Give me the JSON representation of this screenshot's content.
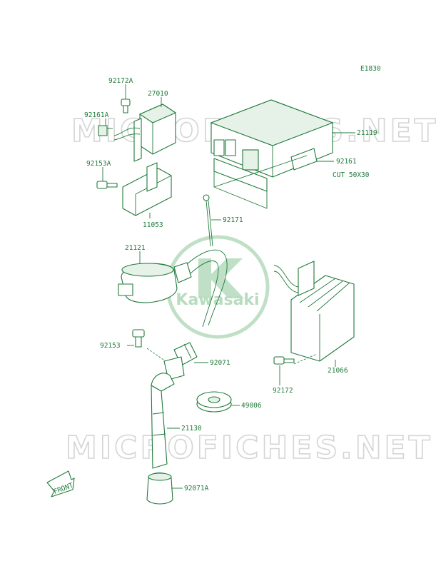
{
  "diagram": {
    "code": "E1830",
    "watermark": "MICROFICHES.NET",
    "logo_text": "Kawasaki",
    "front_label": "FRONT",
    "cut_note": "CUT 50X30",
    "parts": [
      {
        "id": "p92172A",
        "number": "92172A"
      },
      {
        "id": "p27010",
        "number": "27010"
      },
      {
        "id": "p92161A",
        "number": "92161A"
      },
      {
        "id": "p92153A",
        "number": "92153A"
      },
      {
        "id": "p11053",
        "number": "11053"
      },
      {
        "id": "p21119",
        "number": "21119"
      },
      {
        "id": "p92161",
        "number": "92161"
      },
      {
        "id": "p92171",
        "number": "92171"
      },
      {
        "id": "p21121",
        "number": "21121"
      },
      {
        "id": "p92153",
        "number": "92153"
      },
      {
        "id": "p92071",
        "number": "92071"
      },
      {
        "id": "p21066",
        "number": "21066"
      },
      {
        "id": "p92172",
        "number": "92172"
      },
      {
        "id": "p49006",
        "number": "49006"
      },
      {
        "id": "p21130",
        "number": "21130"
      },
      {
        "id": "p92071A",
        "number": "92071A"
      }
    ]
  }
}
